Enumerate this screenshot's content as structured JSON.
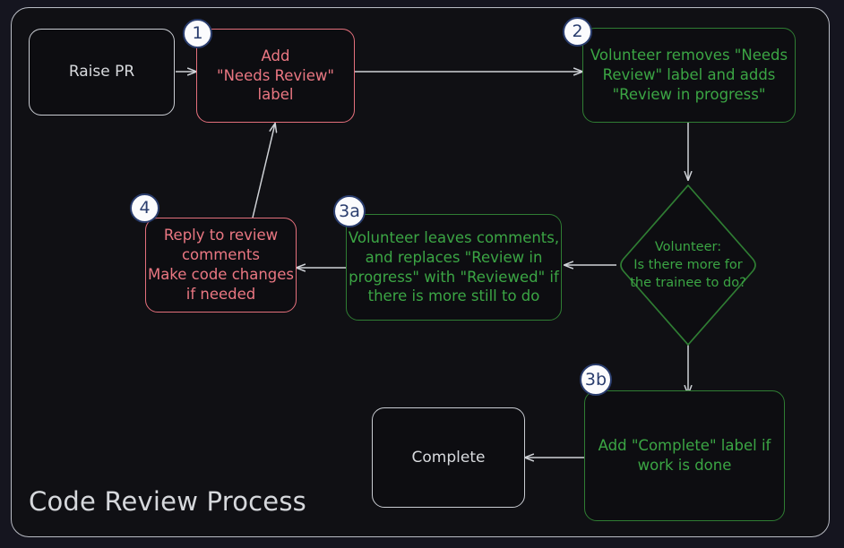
{
  "diagram": {
    "title": "Code Review Process",
    "type": "flowchart",
    "colors": {
      "page_background": "#15151f",
      "frame_background": "#101014",
      "frame_border": "#b9bcc4",
      "plain_border": "#c9ccd2",
      "plain_text": "#d8dade",
      "red_border": "#e4707c",
      "red_text": "#ea7782",
      "green_border": "#2f7d33",
      "green_text": "#3ba544",
      "badge_fill": "#fbfbfd",
      "badge_border": "#2a3d6e",
      "badge_text": "#2a3d6e",
      "arrow": "#cfd2d7"
    },
    "nodes": [
      {
        "id": "raise-pr",
        "label": "Raise PR",
        "shape": "rounded-rect",
        "style": "plain",
        "badge": null
      },
      {
        "id": "add-needs-review",
        "label": "Add\n\"Needs Review\"\nlabel",
        "shape": "rounded-rect",
        "style": "red",
        "badge": "1"
      },
      {
        "id": "volunteer-removes",
        "label": "Volunteer removes \"Needs\nReview\" label and adds\n\"Review in progress\"",
        "shape": "rounded-rect",
        "style": "green",
        "badge": "2"
      },
      {
        "id": "decision-more-work",
        "label": "Volunteer:\nIs there more for\nthe trainee to do?",
        "shape": "diamond",
        "style": "green",
        "badge": null
      },
      {
        "id": "volunteer-leaves-comments",
        "label": "Volunteer leaves comments,\nand replaces \"Review in\nprogress\" with \"Reviewed\" if\nthere is more still to do",
        "shape": "rounded-rect",
        "style": "green",
        "badge": "3a"
      },
      {
        "id": "reply-to-review",
        "label": "Reply to review\ncomments\nMake code changes\nif needed",
        "shape": "rounded-rect",
        "style": "red",
        "badge": "4"
      },
      {
        "id": "add-complete-label",
        "label": "Add \"Complete\" label if\nwork is done",
        "shape": "rounded-rect",
        "style": "green",
        "badge": "3b"
      },
      {
        "id": "complete",
        "label": "Complete",
        "shape": "rounded-rect",
        "style": "plain",
        "badge": null
      }
    ],
    "edges": [
      {
        "from": "raise-pr",
        "to": "add-needs-review",
        "label": ""
      },
      {
        "from": "add-needs-review",
        "to": "volunteer-removes",
        "label": ""
      },
      {
        "from": "volunteer-removes",
        "to": "decision-more-work",
        "label": ""
      },
      {
        "from": "decision-more-work",
        "to": "volunteer-leaves-comments",
        "label": ""
      },
      {
        "from": "decision-more-work",
        "to": "add-complete-label",
        "label": ""
      },
      {
        "from": "volunteer-leaves-comments",
        "to": "reply-to-review",
        "label": ""
      },
      {
        "from": "reply-to-review",
        "to": "add-needs-review",
        "label": ""
      },
      {
        "from": "add-complete-label",
        "to": "complete",
        "label": ""
      }
    ]
  }
}
